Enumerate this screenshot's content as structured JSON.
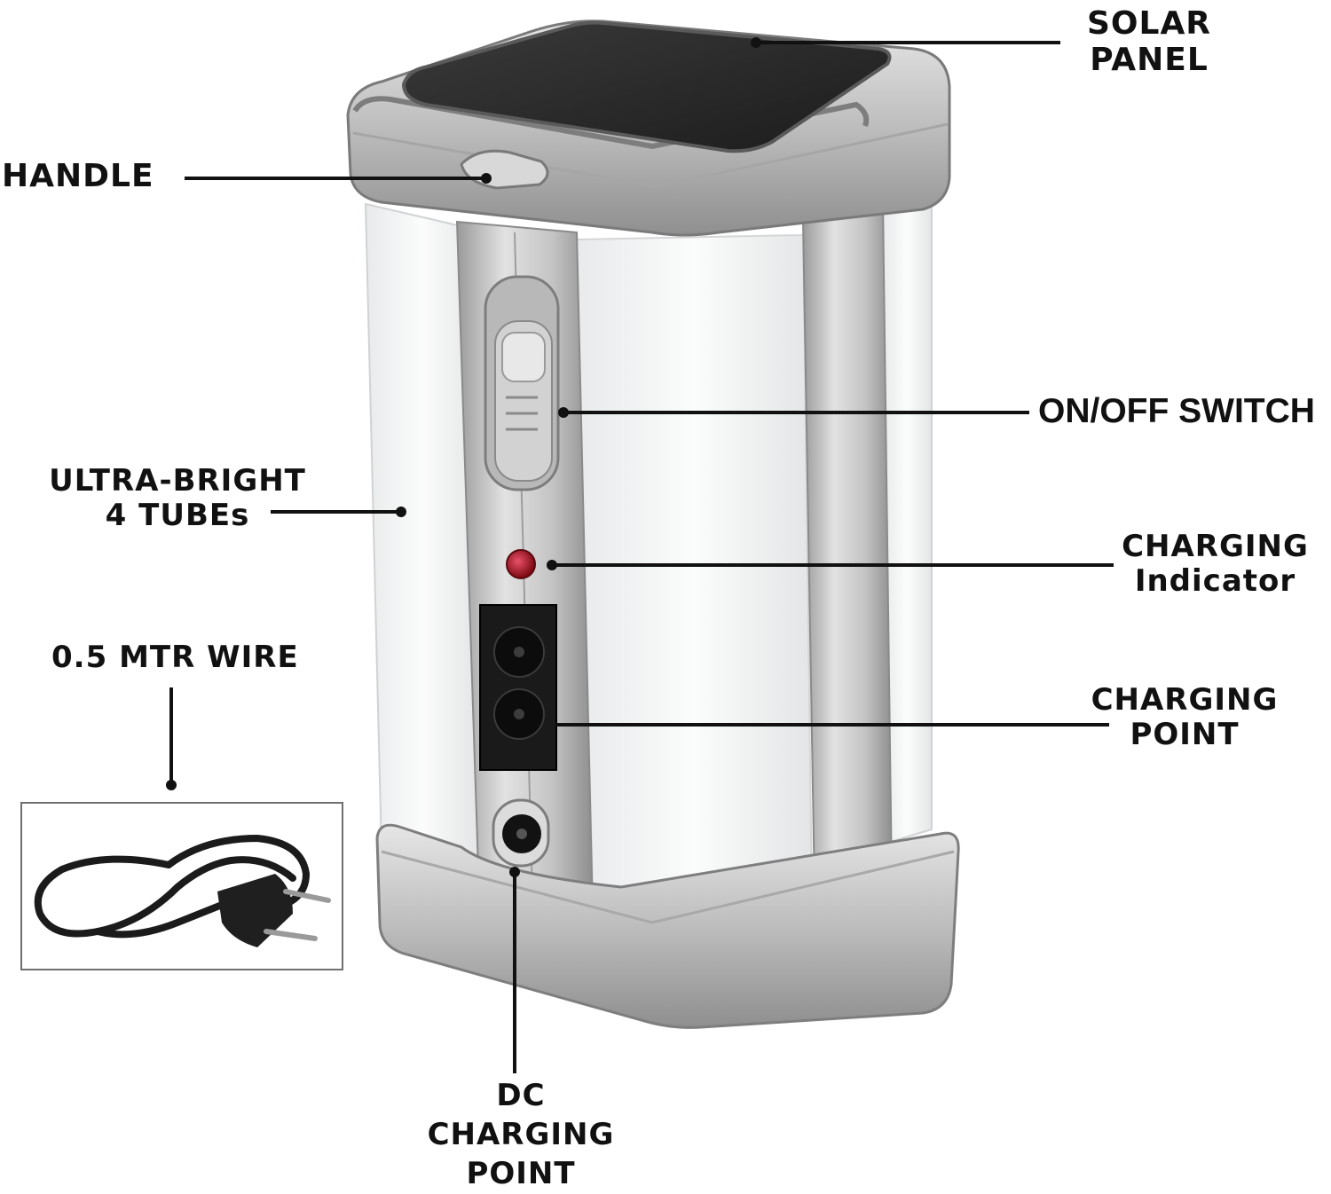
{
  "labels": {
    "solar_panel": [
      "SOLAR",
      "PANEL"
    ],
    "handle": "HANDLE",
    "on_off_switch": "ON/OFF SWITCH",
    "tubes": [
      "ULTRA-BRIGHT",
      "4 TUBEs"
    ],
    "charging_indicator": [
      "CHARGING",
      "Indicator"
    ],
    "wire": "0.5 MTR WIRE",
    "charging_point": [
      "CHARGING",
      "POINT"
    ],
    "dc_charging_point": [
      "DC",
      "CHARGING",
      "POINT"
    ]
  },
  "colors": {
    "body_silver": "#c9c9c9",
    "tube_white": "#f3f5f6",
    "solar_panel": "#262626",
    "indicator_led": "#b01020",
    "socket": "#1a1a1a",
    "text": "#111111"
  }
}
